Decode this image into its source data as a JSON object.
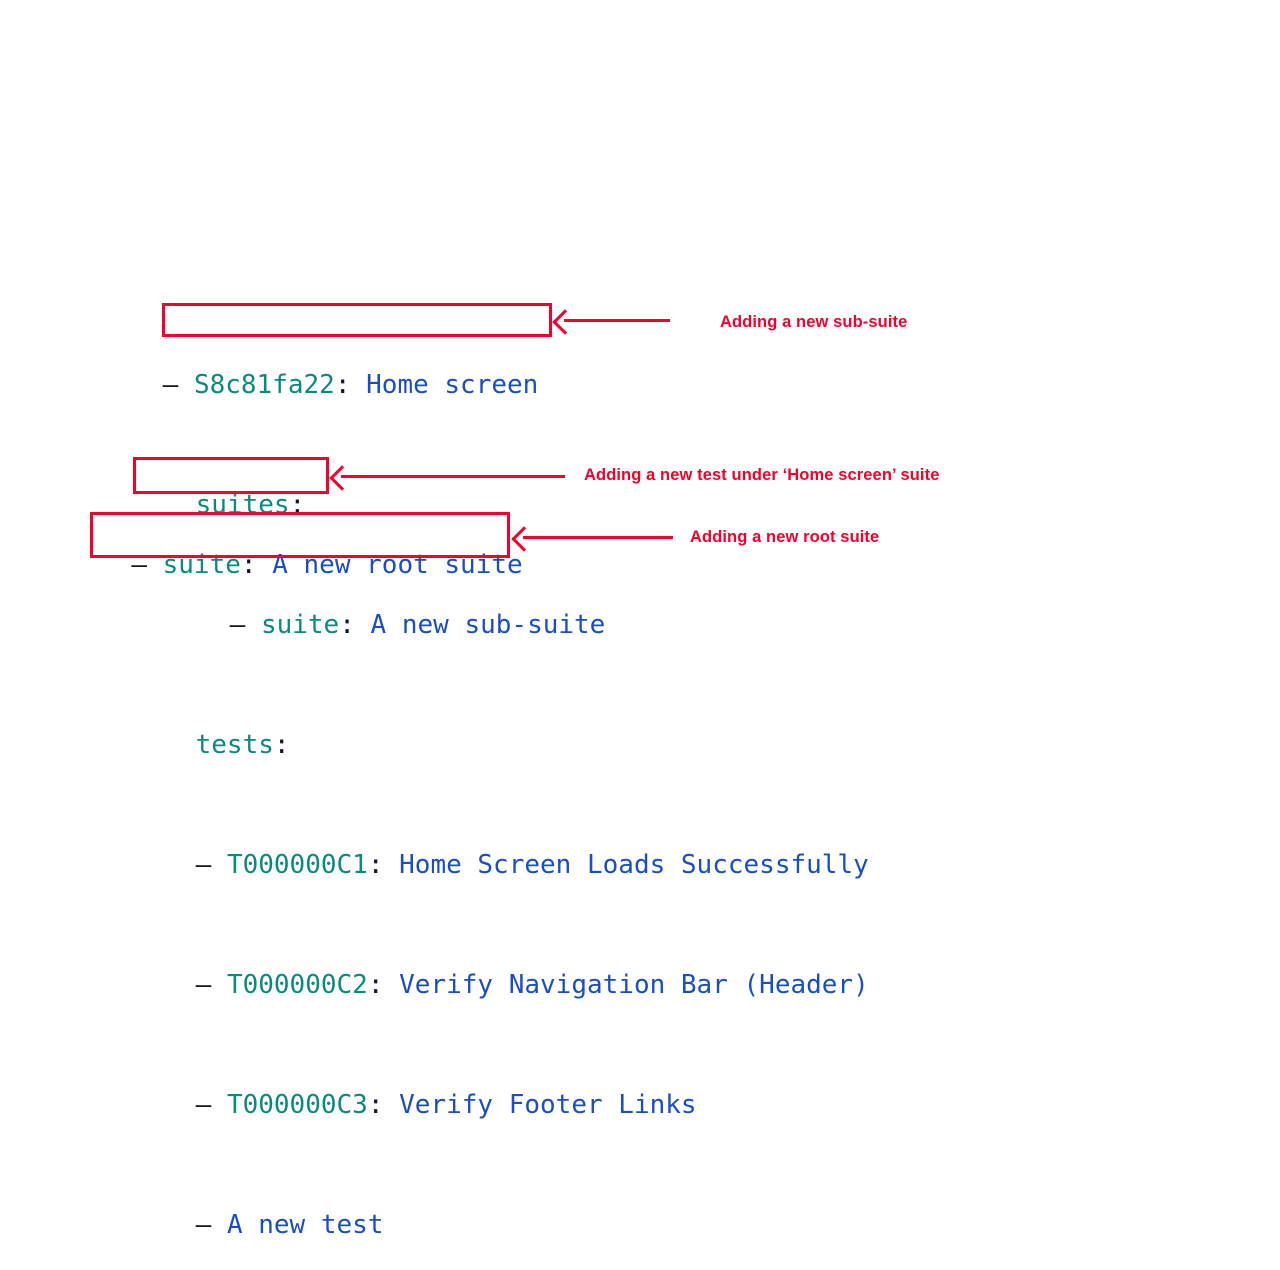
{
  "background_color": "#ffffff",
  "colors": {
    "key_teal": "#0a8a80",
    "value_blue": "#1a4fc4",
    "punctuation": "#0d1530",
    "dash": "#15181c",
    "annotation_red": "#f5002b"
  },
  "tree": {
    "lines": [
      {
        "name": "root-suite-home-screen",
        "indent": 0,
        "dash": "–",
        "key": "S8c81fa22",
        "colon": ":",
        "value": "Home screen"
      },
      {
        "name": "suites-label",
        "indent": 1,
        "dash": "",
        "key": "suites",
        "colon": ":",
        "value": ""
      },
      {
        "name": "sub-suite-entry",
        "indent": 2,
        "dash": "–",
        "key": "suite",
        "colon": ":",
        "value": "A new sub-suite"
      },
      {
        "name": "tests-label",
        "indent": 1,
        "dash": "",
        "key": "tests",
        "colon": ":",
        "value": ""
      },
      {
        "name": "test-c1",
        "indent": 1,
        "dash": "–",
        "key": "T000000C1",
        "colon": ":",
        "value": "Home Screen Loads Successfully"
      },
      {
        "name": "test-c2",
        "indent": 1,
        "dash": "–",
        "key": "T000000C2",
        "colon": ":",
        "value": "Verify Navigation Bar (Header)"
      },
      {
        "name": "test-c3",
        "indent": 1,
        "dash": "–",
        "key": "T000000C3",
        "colon": ":",
        "value": "Verify Footer Links"
      },
      {
        "name": "test-new",
        "indent": 1,
        "dash": "–",
        "key": "",
        "colon": "",
        "value": "A new test"
      }
    ],
    "root_suite_line": {
      "name": "new-root-suite-entry",
      "dash": "–",
      "key": "suite",
      "colon": ":",
      "value": "A new root suite"
    }
  },
  "annotations": [
    {
      "name": "annotation-sub-suite",
      "text": "Adding a new sub-suite"
    },
    {
      "name": "annotation-new-test",
      "text": "Adding a new test under ‘Home screen’ suite"
    },
    {
      "name": "annotation-root-suite",
      "text": "Adding a new root suite"
    }
  ]
}
